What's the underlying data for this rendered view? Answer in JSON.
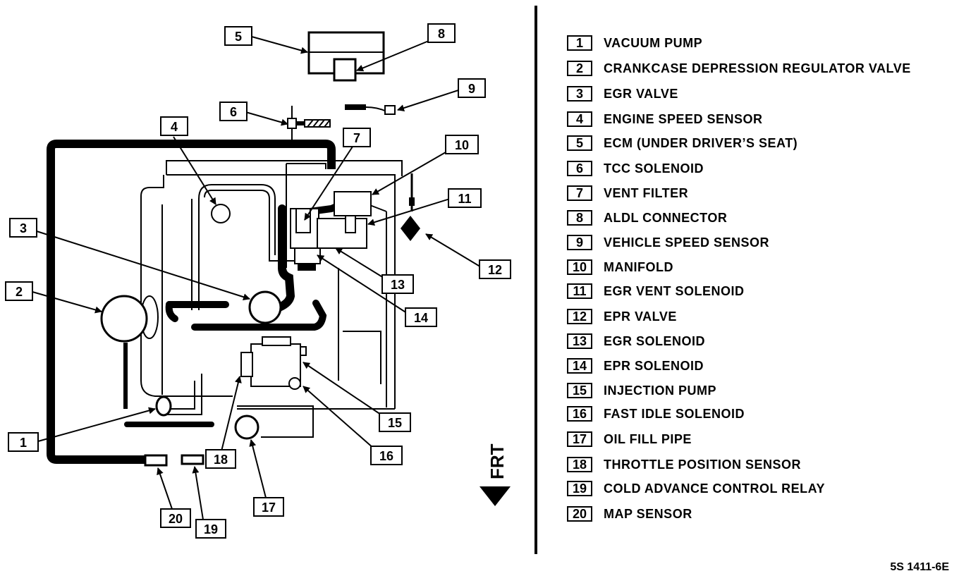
{
  "legend": [
    {
      "num": "1",
      "label": "VACUUM PUMP"
    },
    {
      "num": "2",
      "label": "CRANKCASE DEPRESSION REGULATOR VALVE"
    },
    {
      "num": "3",
      "label": "EGR VALVE"
    },
    {
      "num": "4",
      "label": "ENGINE SPEED SENSOR"
    },
    {
      "num": "5",
      "label": "ECM (UNDER DRIVER’S SEAT)"
    },
    {
      "num": "6",
      "label": "TCC SOLENOID"
    },
    {
      "num": "7",
      "label": "VENT FILTER"
    },
    {
      "num": "8",
      "label": "ALDL CONNECTOR"
    },
    {
      "num": "9",
      "label": "VEHICLE SPEED SENSOR"
    },
    {
      "num": "10",
      "label": "MANIFOLD"
    },
    {
      "num": "11",
      "label": "EGR VENT SOLENOID"
    },
    {
      "num": "12",
      "label": "EPR VALVE"
    },
    {
      "num": "13",
      "label": "EGR SOLENOID"
    },
    {
      "num": "14",
      "label": "EPR SOLENOID"
    },
    {
      "num": "15",
      "label": "INJECTION PUMP"
    },
    {
      "num": "16",
      "label": "FAST IDLE SOLENOID"
    },
    {
      "num": "17",
      "label": "OIL FILL PIPE"
    },
    {
      "num": "18",
      "label": "THROTTLE POSITION SENSOR"
    },
    {
      "num": "19",
      "label": "COLD ADVANCE CONTROL RELAY"
    },
    {
      "num": "20",
      "label": "MAP SENSOR"
    }
  ],
  "callouts": [
    "1",
    "2",
    "3",
    "4",
    "5",
    "6",
    "7",
    "8",
    "9",
    "10",
    "11",
    "12",
    "13",
    "14",
    "15",
    "16",
    "17",
    "18",
    "19",
    "20"
  ],
  "direction_label": "FRT",
  "figure_code": "5S 1411-6E"
}
